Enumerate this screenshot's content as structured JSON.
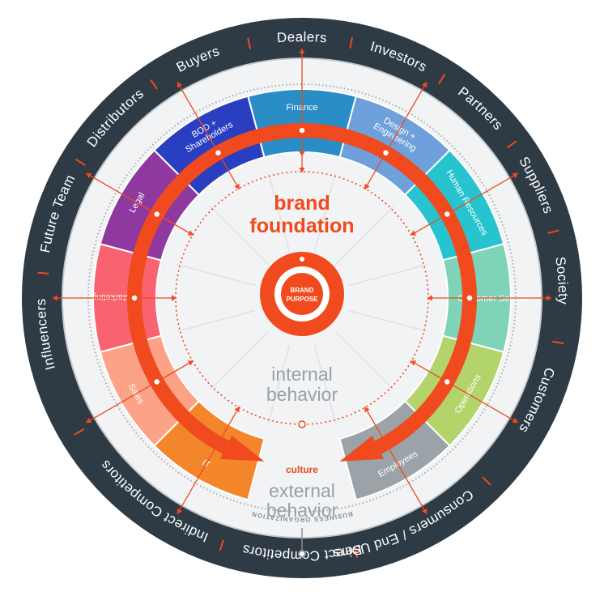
{
  "outer_ring": {
    "items": [
      {
        "label": "Dealers",
        "angle": 0
      },
      {
        "label": "Investors",
        "angle": 21.8
      },
      {
        "label": "Partners",
        "angle": 43.3
      },
      {
        "label": "Suppliers",
        "angle": 64.3
      },
      {
        "label": "Society",
        "angle": 86.2
      },
      {
        "label": "Customers",
        "angle": 113.5
      },
      {
        "label": "Consumers / End Users",
        "angle": 156
      },
      {
        "label": "Direct Competitors",
        "angle": 180
      },
      {
        "label": "Indirect Competitors",
        "angle": 216
      },
      {
        "label": "Influencers",
        "angle": 262
      },
      {
        "label": "Future Team",
        "angle": 289
      },
      {
        "label": "Distributors",
        "angle": 314
      },
      {
        "label": "Buyers",
        "angle": 336.5
      }
    ]
  },
  "business_org_label": "BUSINESS ORGANIZATION",
  "segments": [
    {
      "lines": [
        "Finance"
      ],
      "color": "#2a8dc6",
      "start": -15,
      "end": 15
    },
    {
      "lines": [
        "Design +",
        "Engineering"
      ],
      "color": "#6ea0db",
      "start": 15,
      "end": 45
    },
    {
      "lines": [
        "Human Resources"
      ],
      "color": "#27c4cf",
      "start": 45,
      "end": 75
    },
    {
      "lines": [
        "Customer Service"
      ],
      "color": "#7fd3b8",
      "start": 75,
      "end": 105
    },
    {
      "lines": [
        "Operations"
      ],
      "color": "#b3d36b",
      "start": 105,
      "end": 135
    },
    {
      "lines": [
        "Employees"
      ],
      "color": "#9ba3a9",
      "start": 135,
      "end": 165
    },
    {
      "lines": [
        "IT"
      ],
      "color": "#f3862b",
      "start": 195,
      "end": 225
    },
    {
      "lines": [
        "Sales"
      ],
      "color": "#fba287",
      "start": 225,
      "end": 255
    },
    {
      "lines": [
        "Marketing"
      ],
      "color": "#f8636f",
      "start": 255,
      "end": 285
    },
    {
      "lines": [
        "Legal"
      ],
      "color": "#8f38a0",
      "start": 285,
      "end": 315
    },
    {
      "lines": [
        "BOD +",
        "Shareholders"
      ],
      "color": "#2a3ec1",
      "start": 315,
      "end": 345
    }
  ],
  "center": {
    "brand_line1": "brand",
    "brand_line2": "foundation",
    "purpose_line1": "BRAND",
    "purpose_line2": "PURPOSE",
    "internal_line1": "internal",
    "internal_line2": "behavior",
    "culture": "culture",
    "external_line1": "external",
    "external_line2": "behavior"
  },
  "colors": {
    "dark_ring": "#2e3a44",
    "accent": "#f04a1e",
    "panel": "#f2f3f4"
  }
}
